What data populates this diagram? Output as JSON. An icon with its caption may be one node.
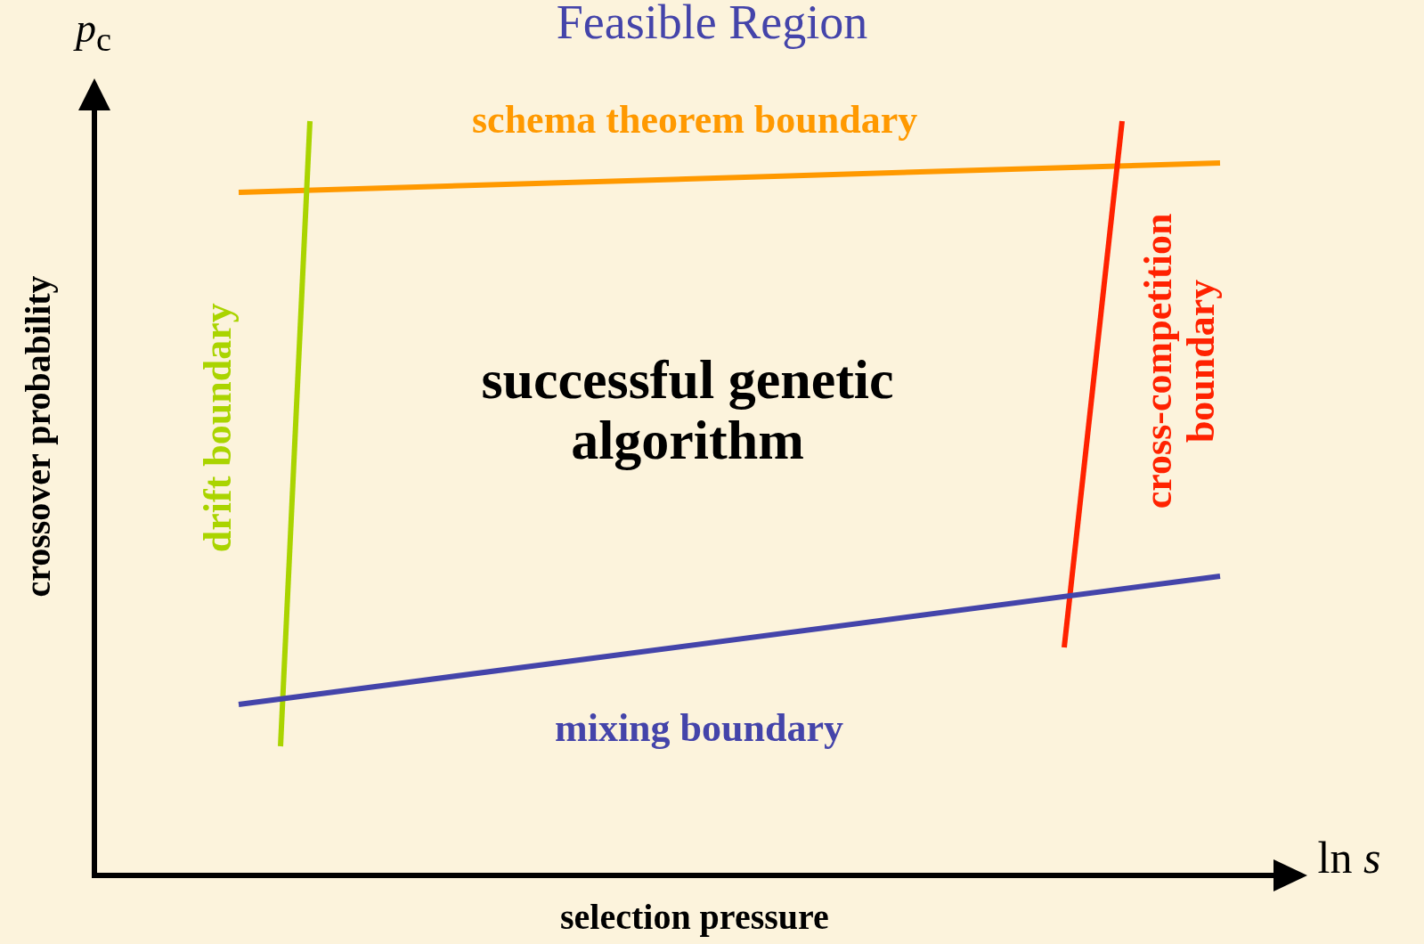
{
  "diagram": {
    "title": "Feasible Region",
    "labels": [
      "*p*$_{c}$",
      "schema theorem boundary",
      "drift boundary",
      "cross-competition boundary",
      "successful genetic algorithm",
      "mixing boundary",
      "crossover probability",
      "ln *s*",
      "selection pressure"
    ]
  }
}
